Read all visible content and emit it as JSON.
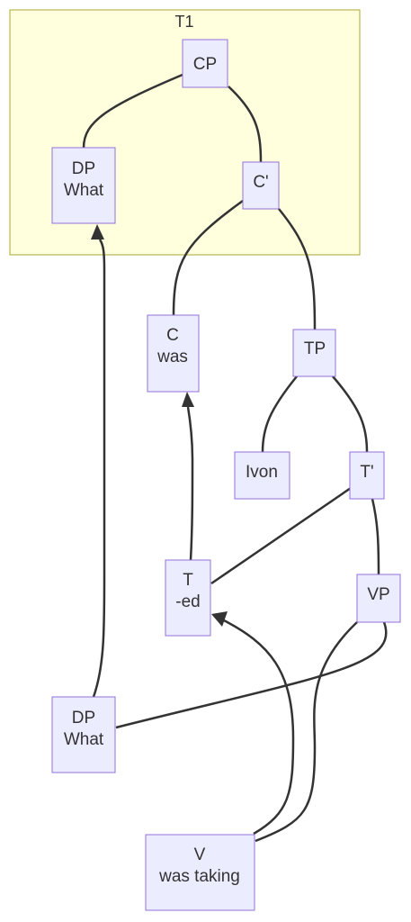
{
  "cluster": {
    "label": "T1"
  },
  "nodes": {
    "cp": {
      "lines": [
        "CP"
      ]
    },
    "dp_top": {
      "lines": [
        "DP",
        "What"
      ]
    },
    "c_bar": {
      "lines": [
        "C'"
      ]
    },
    "c_was": {
      "lines": [
        "C",
        "was"
      ]
    },
    "tp": {
      "lines": [
        "TP"
      ]
    },
    "ivon": {
      "lines": [
        "Ivon"
      ]
    },
    "t_bar": {
      "lines": [
        "T'"
      ]
    },
    "t_ed": {
      "lines": [
        "T",
        "-ed"
      ]
    },
    "vp": {
      "lines": [
        "VP"
      ]
    },
    "dp_bottom": {
      "lines": [
        "DP",
        "What"
      ]
    },
    "v": {
      "lines": [
        "V",
        "was taking"
      ]
    }
  },
  "colors": {
    "cluster_fill": "#ffffde",
    "cluster_stroke": "#aaaa33",
    "node_fill": "#ececff",
    "node_stroke": "#9370db",
    "edge": "#333333",
    "text": "#333333"
  }
}
